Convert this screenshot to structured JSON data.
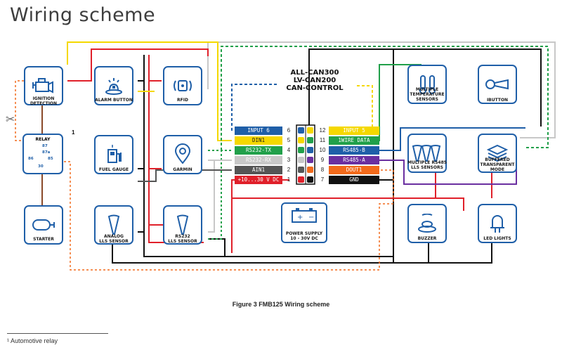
{
  "title": "Wiring scheme",
  "caption": "Figure 3 FMB125 Wiring scheme",
  "footnote": "¹ Automotive relay",
  "footnote_mark": "1",
  "central": {
    "line1": "ALL-CAN300",
    "line2": "LV-CAN200",
    "line3": "CAN-CONTROL"
  },
  "boxes": {
    "ignition": "IGNITION\nDETECTION",
    "alarm": "ALARM BUTTON",
    "rfid": "RFID",
    "relay": "RELAY",
    "fuel": "FUEL GAUGE",
    "garmin": "GARMIN",
    "starter": "STARTER",
    "analog": "ANALOG\nLLS SENSOR",
    "rs232lls": "RS232\nLLS SENSOR",
    "power": "POWER SUPPLY\n10 - 30V DC",
    "temp": "MULTIPLE\nTEMPERATURE\nSENSORS",
    "ibutton": "IBUTTON",
    "rs485lls": "MULTIPLE RS485\nLLS SENSORS",
    "buffered": "BUFFERED\nTRANSPARENT\nMODE",
    "buzzer": "BUZZER",
    "led": "LED LIGHTS"
  },
  "relay_pins": {
    "p87": "87",
    "p87a": "87a",
    "p86": "86",
    "p85": "85",
    "p30": "30"
  },
  "pins_left": [
    {
      "num": "6",
      "label": "INPUT 6",
      "bg": "#1f5fa8",
      "fg": "#ffffff"
    },
    {
      "num": "5",
      "label": "DIN1",
      "bg": "#f5d800",
      "fg": "#1a1a1a"
    },
    {
      "num": "4",
      "label": "RS232-TX",
      "bg": "#21a04a",
      "fg": "#ffffff"
    },
    {
      "num": "3",
      "label": "RS232-RX",
      "bg": "#c8c8c8",
      "fg": "#ffffff"
    },
    {
      "num": "2",
      "label": "AIN1",
      "bg": "#555555",
      "fg": "#ffffff"
    },
    {
      "num": "1",
      "label": "+10...30 V DC",
      "bg": "#e0202a",
      "fg": "#ffffff"
    }
  ],
  "pins_right": [
    {
      "num": "12",
      "label": "INPUT 5",
      "bg": "#f5d800",
      "fg": "#ffffff"
    },
    {
      "num": "11",
      "label": "1WIRE DATA",
      "bg": "#21a04a",
      "fg": "#ffffff"
    },
    {
      "num": "10",
      "label": "RS485-B",
      "bg": "#1f5fa8",
      "fg": "#ffffff"
    },
    {
      "num": "9",
      "label": "RS485-A",
      "bg": "#6a2fa0",
      "fg": "#ffffff"
    },
    {
      "num": "8",
      "label": "DOUT1",
      "bg": "#f26a1b",
      "fg": "#ffffff"
    },
    {
      "num": "7",
      "label": "GND",
      "bg": "#111111",
      "fg": "#ffffff"
    }
  ],
  "colors": {
    "frame": "#1f5fa8",
    "red": "#e0202a",
    "black": "#111111",
    "yellow": "#f5d800",
    "green": "#21a04a",
    "blue": "#1f5fa8",
    "purple": "#6a2fa0",
    "orange": "#f26a1b",
    "grey": "#c8c8c8",
    "brown": "#8a4a2a"
  },
  "icons": [
    "engine-icon",
    "alarm-icon",
    "rfid-icon",
    "relay-icon",
    "fuel-icon",
    "garmin-icon",
    "starter-icon",
    "lls-probe-icon",
    "power-icon",
    "thermometer-icon",
    "ibutton-icon",
    "layers-icon",
    "buzzer-icon",
    "led-icon",
    "scissors-icon"
  ]
}
